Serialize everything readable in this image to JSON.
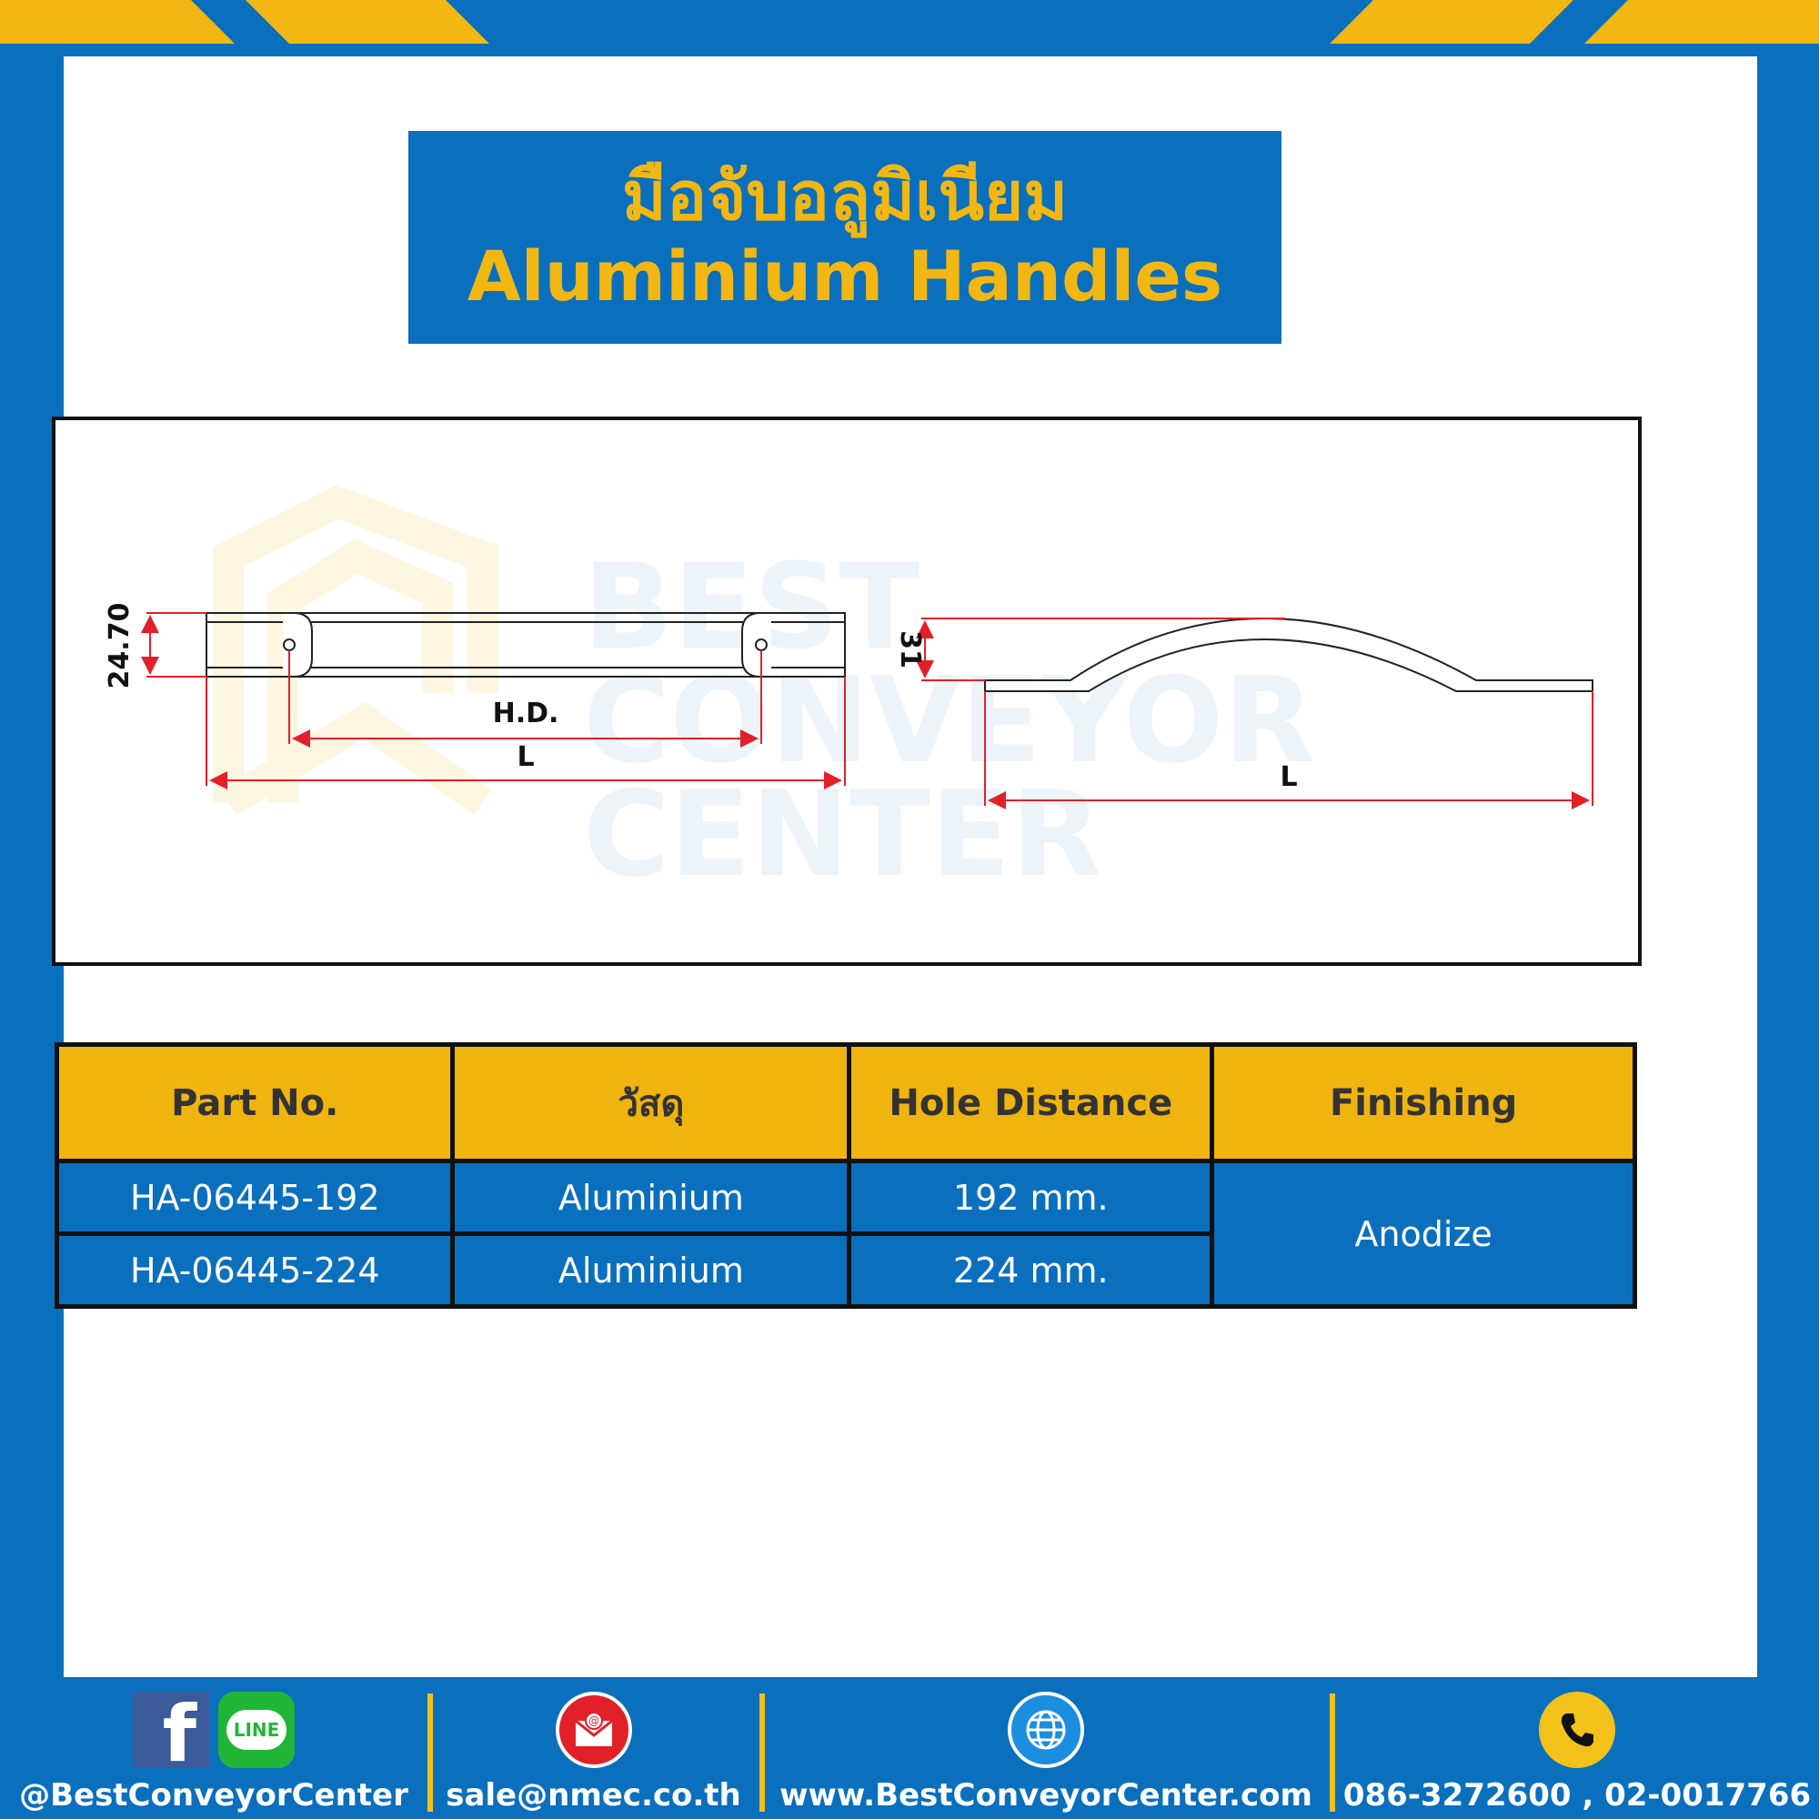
{
  "title": {
    "thai": "มือจับอลูมิเนียม",
    "english": "Aluminium Handles"
  },
  "drawing": {
    "front_height_label": "24.70",
    "hole_distance_label": "H.D.",
    "length_label_front": "L",
    "side_height_label": "31",
    "length_label_side": "L"
  },
  "watermark": {
    "line1": "BEST",
    "line2": "CONVEYOR",
    "line3": "CENTER"
  },
  "table": {
    "headers": [
      "Part No.",
      "วัสดุ",
      "Hole Distance",
      "Finishing"
    ],
    "rows": [
      {
        "part_no": "HA-06445-192",
        "material": "Aluminium",
        "hole_distance": "192 mm."
      },
      {
        "part_no": "HA-06445-224",
        "material": "Aluminium",
        "hole_distance": "224 mm."
      }
    ],
    "finishing": "Anodize"
  },
  "footer": {
    "social": "@BestConveyorCenter",
    "line_icon_text": "LINE",
    "email": "sale@nmec.co.th",
    "website": "www.BestConveyorCenter.com",
    "phone": "086-3272600 , 02-0017766"
  },
  "colors": {
    "brand_blue": "#0a6fbd",
    "brand_yellow": "#f2b713",
    "dimension_red": "#e2202a"
  },
  "icons": [
    "facebook-icon",
    "line-icon",
    "email-icon",
    "globe-icon",
    "phone-icon"
  ]
}
